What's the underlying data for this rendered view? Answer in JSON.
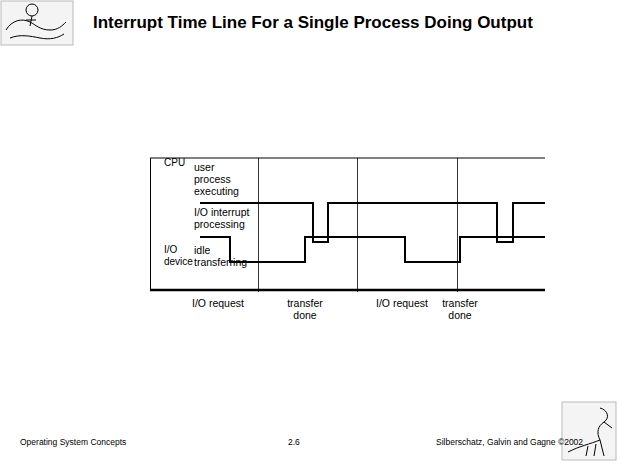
{
  "diagram": {
    "title": "Interrupt Time Line For a Single Process Doing Output",
    "labels": [
      "CPU",
      "user process executing",
      "I/O interrupt processing",
      "I/O device",
      "idle",
      "transferring",
      "I/O request",
      "transfer done",
      "I/O request",
      "transfer done",
      "Operating System Concepts",
      "2.6",
      "Silberschatz, Galvin and Gagne ©2002"
    ]
  }
}
